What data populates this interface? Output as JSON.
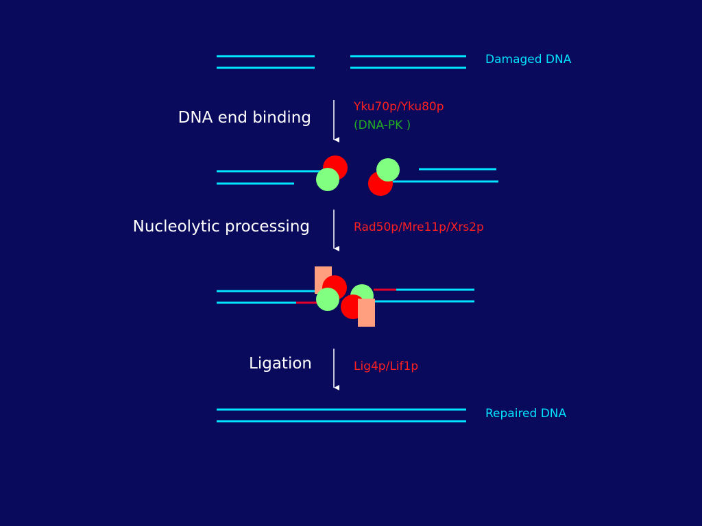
{
  "colors": {
    "background": "#0a0a5c",
    "dna_strand": "#00e5ff",
    "ku70": "#ff0000",
    "ku80": "#80ff80",
    "rad50_block": "#ff9f80",
    "processed_end": "#e8002a",
    "arrow": "#ffffff",
    "step_text": "#ffffff",
    "dna_label": "#00e5ff",
    "protein_label": "#ff2020",
    "dnapk_label": "#22b022"
  },
  "labels": {
    "damaged_dna": "Damaged DNA",
    "repaired_dna": "Repaired DNA"
  },
  "steps": {
    "end_binding": {
      "name": "DNA end binding",
      "protein": "Yku70p/Yku80p",
      "complex": "(DNA-PK )"
    },
    "processing": {
      "name": "Nucleolytic processing",
      "protein": "Rad50p/Mre11p/Xrs2p"
    },
    "ligation": {
      "name": "Ligation",
      "protein": "Lig4p/Lif1p"
    }
  }
}
